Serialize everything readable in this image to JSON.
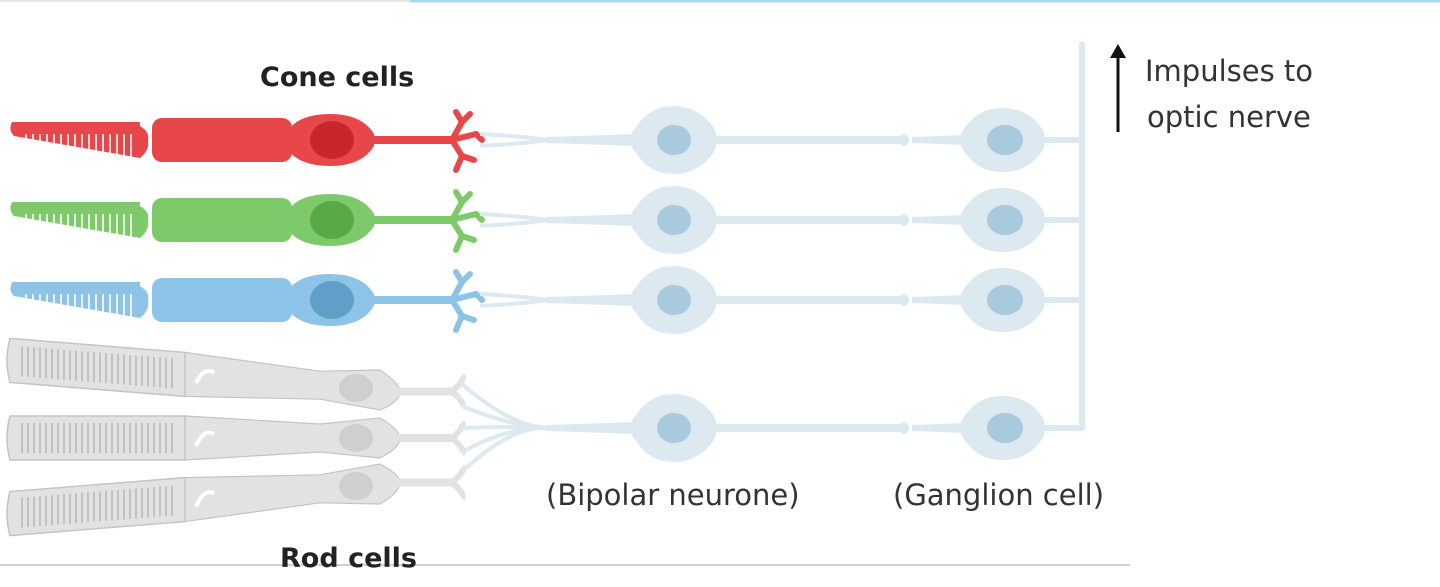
{
  "labels": {
    "cone_cells": "Cone cells",
    "rod_cells": "Rod cells",
    "bipolar": "(Bipolar neurone)",
    "ganglion": "(Ganglion cell)",
    "impulses_line1": "Impulses to",
    "impulses_line2": "optic nerve"
  },
  "colors": {
    "cone_red": "#e8474a",
    "cone_red_nucleus": "#c8262b",
    "cone_green": "#7ec96a",
    "cone_green_nucleus": "#5aa846",
    "cone_blue": "#8cc3e6",
    "cone_blue_nucleus": "#5f9fc8",
    "rod": "#e2e2e2",
    "rod_stroke": "#c4c4c4",
    "neuron": "#dce9f0",
    "neuron_nucleus": "#a9c9dc",
    "top_rule": "#a6d8f3"
  },
  "cones": [
    {
      "color": "red"
    },
    {
      "color": "green"
    },
    {
      "color": "blue"
    }
  ],
  "rods": [
    1,
    2,
    3
  ]
}
